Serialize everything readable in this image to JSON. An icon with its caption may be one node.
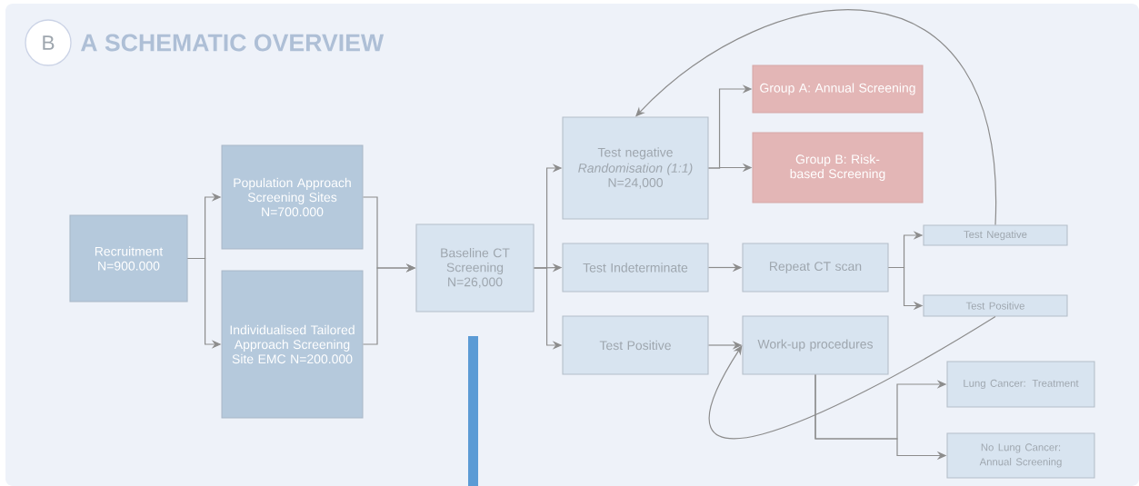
{
  "diagram": {
    "title": "A SCHEMATIC OVERVIEW",
    "nodes": [
      {
        "text": [
          "Recruitment N=900.000"
        ]
      },
      {
        "text": [
          "Population Approach Screening Sites N=700.000"
        ]
      },
      {
        "text": [
          "Individualised Tailored Approach Screening Site EMC N=200.000"
        ]
      },
      {
        "text": [
          "Baseline CT Screening N=26,000"
        ]
      },
      {
        "text": [
          "Test negative",
          "Randomisation (1:1)",
          "N=24,000"
        ]
      },
      {
        "text": [
          "Group A: Annual Screening"
        ]
      },
      {
        "text": [
          "Group B: Risk-based Screening"
        ]
      },
      {
        "text": [
          "Test Indeterminate"
        ]
      },
      {
        "text": [
          "Repeat CT scan"
        ]
      },
      {
        "text": [
          "Test Negative"
        ]
      },
      {
        "text": [
          "Test Positive"
        ]
      },
      {
        "text": [
          "Test Positive"
        ]
      },
      {
        "text": [
          "Work-up procedures"
        ]
      },
      {
        "text": [
          "Lung Cancer: Treatment"
        ]
      },
      {
        "text": [
          "No Lung Cancer: Annual Screening"
        ]
      },
      {
        "text": [
          "B"
        ]
      }
    ],
    "edges": [
      {
        "from": 0,
        "to": 1,
        "arrow": "to"
      },
      {
        "from": 0,
        "to": 2,
        "arrow": "to"
      },
      {
        "from": 1,
        "to": 3,
        "arrow": "to"
      },
      {
        "from": 2,
        "to": 3,
        "arrow": "to"
      },
      {
        "from": 3,
        "to": 4,
        "arrow": "to"
      },
      {
        "from": 3,
        "to": 7,
        "arrow": "to"
      },
      {
        "from": 3,
        "to": 11,
        "arrow": "to"
      },
      {
        "from": 4,
        "to": 5,
        "arrow": "to"
      },
      {
        "from": 4,
        "to": 6,
        "arrow": "to"
      },
      {
        "from": 7,
        "to": 8,
        "arrow": "to"
      },
      {
        "from": 8,
        "to": 9,
        "arrow": "to"
      },
      {
        "from": 8,
        "to": 10,
        "arrow": "to"
      },
      {
        "from": 11,
        "to": 12,
        "arrow": "to"
      },
      {
        "from": 12,
        "to": 13,
        "arrow": "to"
      },
      {
        "from": 12,
        "to": 14,
        "arrow": "to"
      },
      {
        "from": 9,
        "to": 4,
        "arrow": "to"
      },
      {
        "from": 10,
        "to": 12,
        "arrow": "to"
      }
    ]
  }
}
